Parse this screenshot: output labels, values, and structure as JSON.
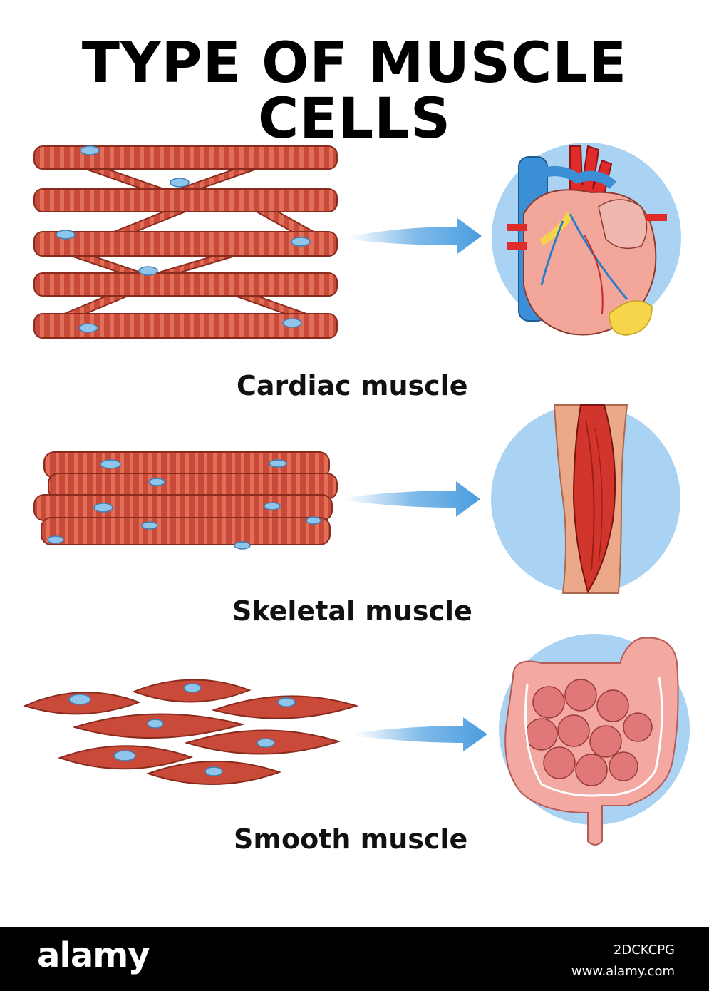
{
  "title": "TYPE OF MUSCLE CELLS",
  "sections": [
    {
      "label": "Cardiac muscle",
      "organ_icon": "heart-icon"
    },
    {
      "label": "Skeletal muscle",
      "organ_icon": "leg-muscle-icon"
    },
    {
      "label": "Smooth muscle",
      "organ_icon": "intestine-icon"
    }
  ],
  "watermark": {
    "logo": "alamy",
    "image_id": "2DCKCPG",
    "url": "www.alamy.com"
  },
  "colors": {
    "fiber": "#c94a38",
    "fiber_stripe": "#e0705a",
    "fiber_outline": "#8b2b1e",
    "nucleus": "#8fc5ea",
    "arrow": "#4a9de0",
    "circle_bg": "#aad3f3"
  }
}
